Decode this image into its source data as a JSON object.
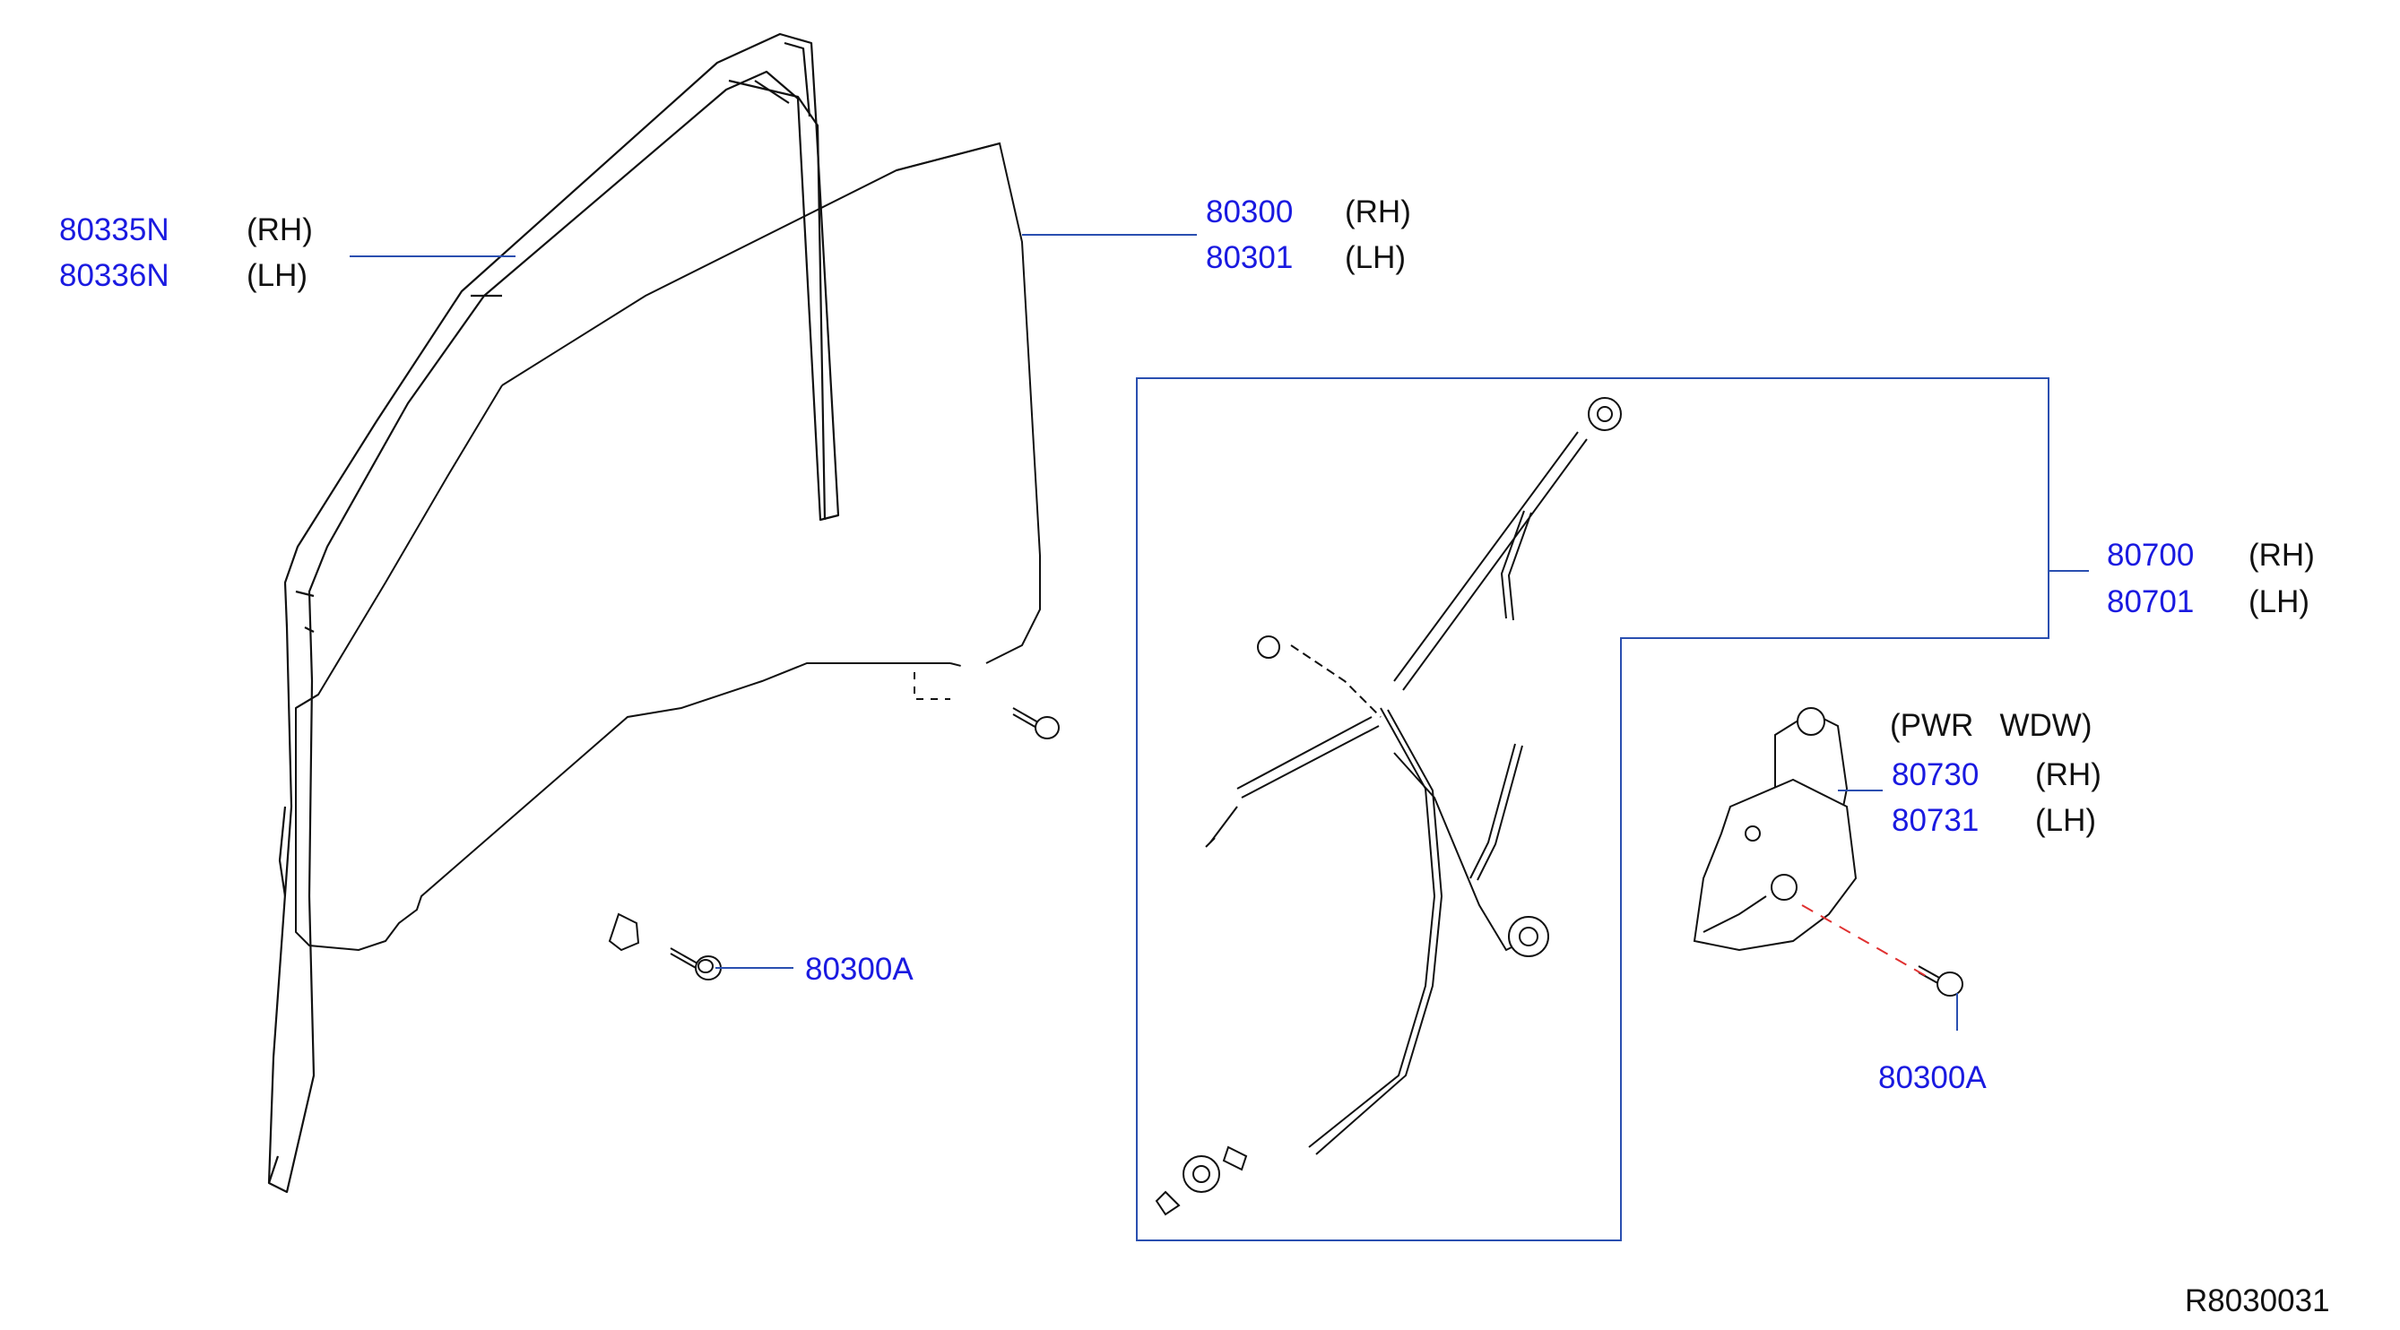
{
  "labels": {
    "glass_run_rh_pn": "80335N",
    "glass_run_rh_side": "(RH)",
    "glass_run_lh_pn": "80336N",
    "glass_run_lh_side": "(LH)",
    "glass_rh_pn": "80300",
    "glass_rh_side": "(RH)",
    "glass_lh_pn": "80301",
    "glass_lh_side": "(LH)",
    "regulator_rh_pn": "80700",
    "regulator_rh_side": "(RH)",
    "regulator_lh_pn": "80701",
    "regulator_lh_side": "(LH)",
    "motor_heading": "(PWR   WDW)",
    "motor_rh_pn": "80730",
    "motor_rh_side": "(RH)",
    "motor_lh_pn": "80731",
    "motor_lh_side": "(LH)",
    "bolt_glass_pn": "80300A",
    "bolt_motor_pn": "80300A"
  },
  "diagram_ref": "R8030031",
  "colors": {
    "part_number": "#1a1ae0",
    "leader_line": "#2a4fb0",
    "drawing": "#111111",
    "center_line": "#e03030"
  }
}
